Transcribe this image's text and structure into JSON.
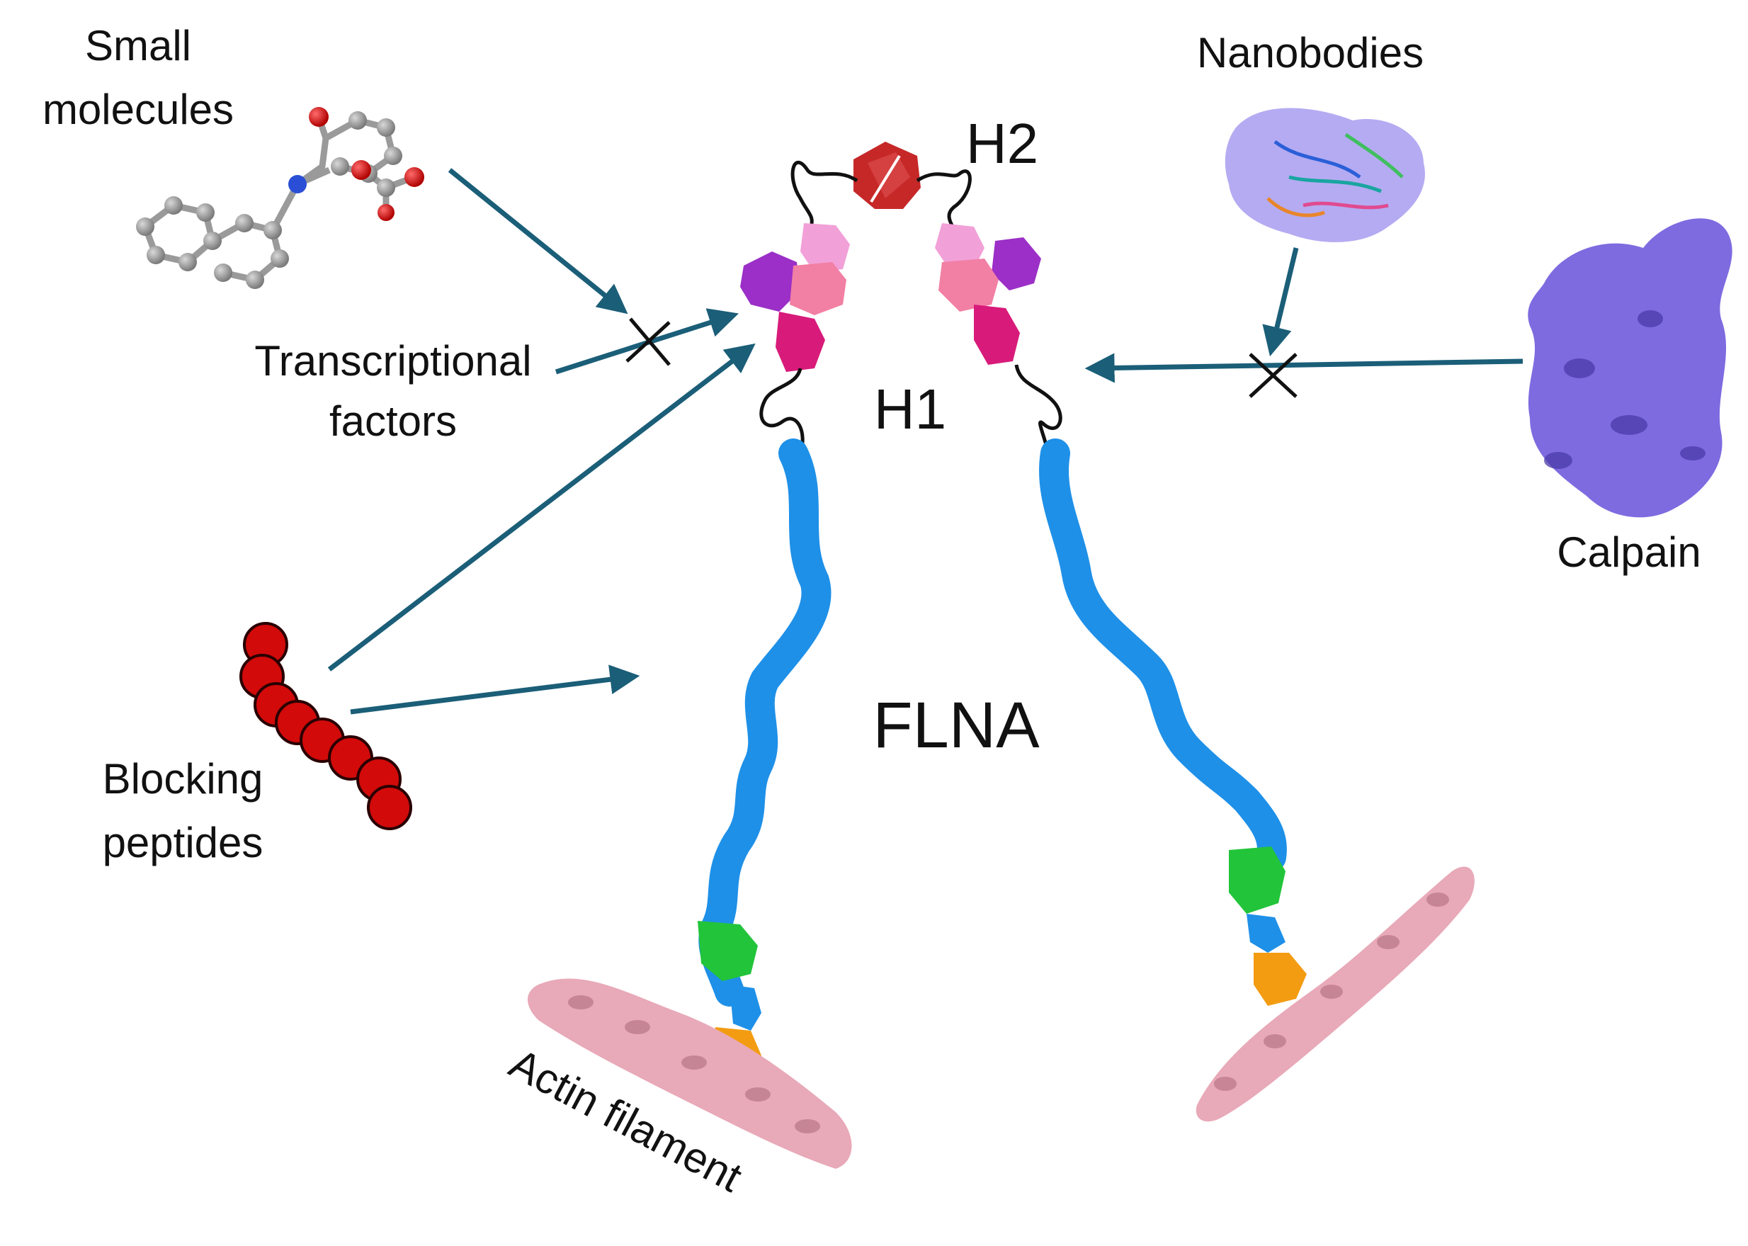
{
  "labels": {
    "small_molecules_line1": "Small",
    "small_molecules_line2": "molecules",
    "nanobodies": "Nanobodies",
    "h2": "H2",
    "h1": "H1",
    "transcriptional_line1": "Transcriptional",
    "transcriptional_line2": "factors",
    "calpain": "Calpain",
    "flna": "FLNA",
    "blocking_line1": "Blocking",
    "blocking_line2": "peptides",
    "actin_filament": "Actin filament"
  },
  "colors": {
    "arrow": "#1b5e78",
    "rod_domain": "#1e90e8",
    "abd_green": "#22c43a",
    "abd_orange": "#f39c12",
    "actin": "#e8a9b8",
    "hinge_pink": "#f27fa4",
    "hinge_magenta": "#d81b7a",
    "hinge_purple": "#9b2fc7",
    "hinge_light": "#f2a0d8",
    "dimer_red": "#c62828",
    "calpain": "#7e6be0",
    "nanobody": "#a89cf0",
    "peptide": "#d20a0a"
  },
  "icons": {
    "small_molecule": "ball-and-stick-molecule-icon",
    "nanobody": "nanobody-surface-icon",
    "calpain": "calpain-surface-icon",
    "peptide": "peptide-chain-icon",
    "inhibition": "x-block-icon"
  }
}
